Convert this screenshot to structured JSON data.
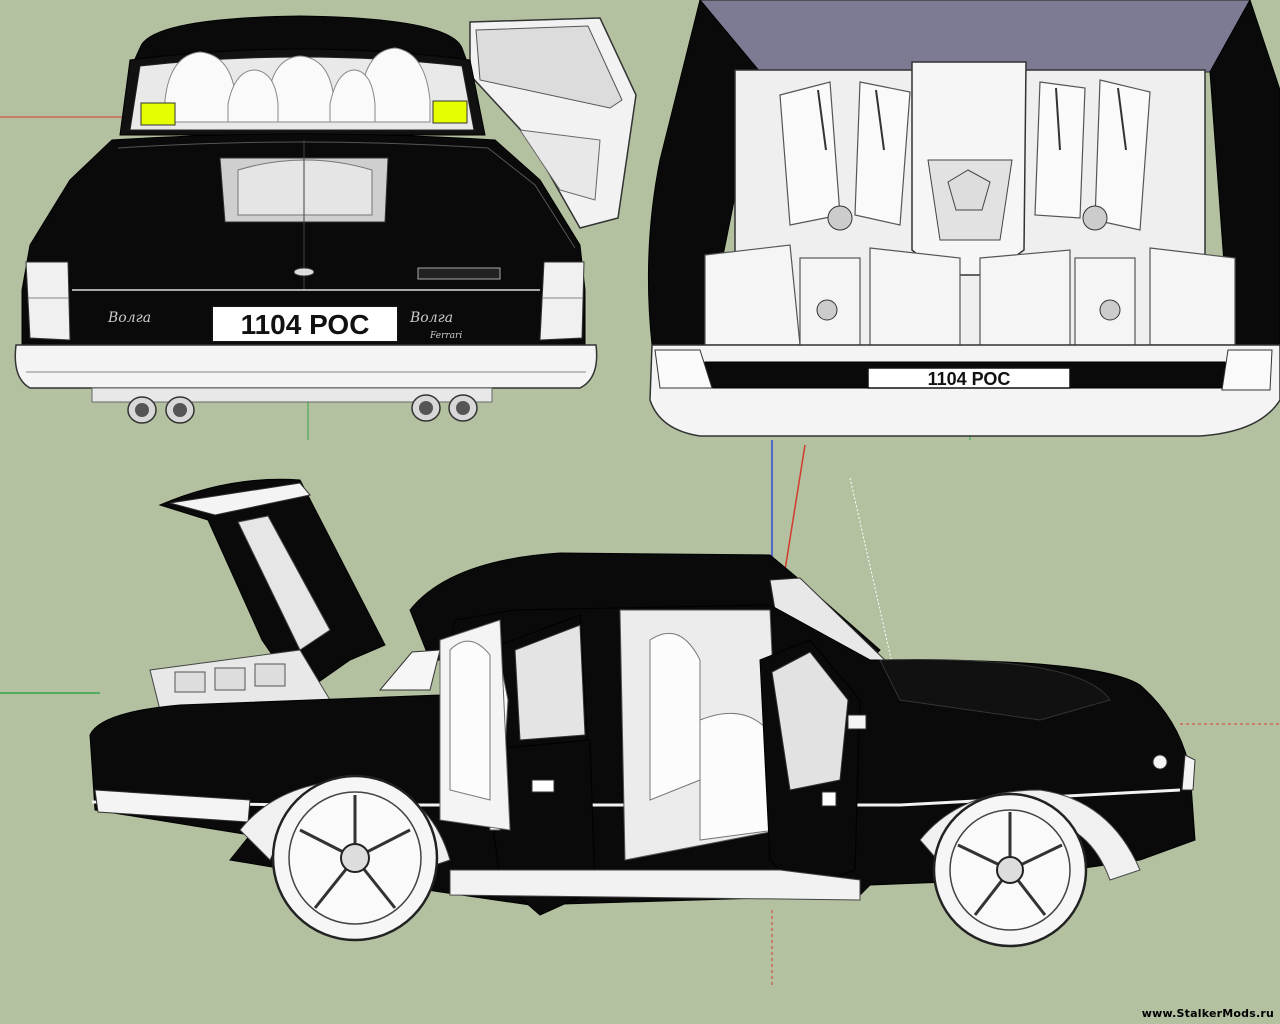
{
  "views": {
    "rear": {
      "plate_text": "1104 РОС",
      "badge_left": "Волга",
      "badge_right": "Волга",
      "badge_ferrari": "Ferrari"
    },
    "engine_bay": {
      "plate_text": "1104 РОС"
    },
    "side": {}
  },
  "watermark": "www.StalkerMods.ru",
  "colors": {
    "background": "#b3c1a1",
    "body_paint": "#0a0a0a",
    "trim": "#ffffff",
    "fog_lights": "#e6ff00",
    "axis_red": "#d43b2f",
    "axis_green": "#2fa64a",
    "axis_blue": "#2f4fd4"
  }
}
